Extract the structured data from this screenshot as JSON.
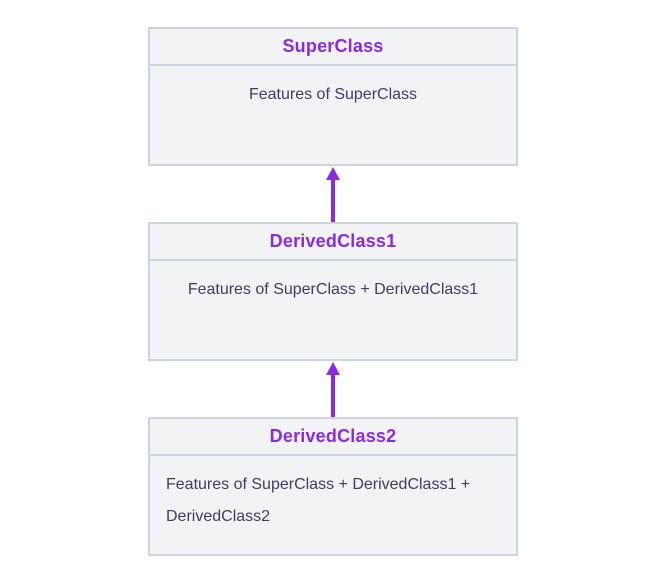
{
  "diagram": {
    "type": "class-inheritance-diagram",
    "colors": {
      "background": "#ffffff",
      "box_fill": "#f2f3f5",
      "box_border": "#ccd4e1",
      "header_text": "#8a2be2",
      "body_text": "#3f3d63",
      "arrow": "#8a2be2"
    },
    "nodes": [
      {
        "id": "superclass",
        "title": "SuperClass",
        "body": "Features of SuperClass"
      },
      {
        "id": "derivedclass1",
        "title": "DerivedClass1",
        "body": "Features of SuperClass + DerivedClass1"
      },
      {
        "id": "derivedclass2",
        "title": "DerivedClass2",
        "body": "Features of SuperClass + DerivedClass1 + DerivedClass2"
      }
    ],
    "edges": [
      {
        "from": "derivedclass1",
        "to": "superclass",
        "style": "arrow-up"
      },
      {
        "from": "derivedclass2",
        "to": "derivedclass1",
        "style": "arrow-up"
      }
    ]
  }
}
